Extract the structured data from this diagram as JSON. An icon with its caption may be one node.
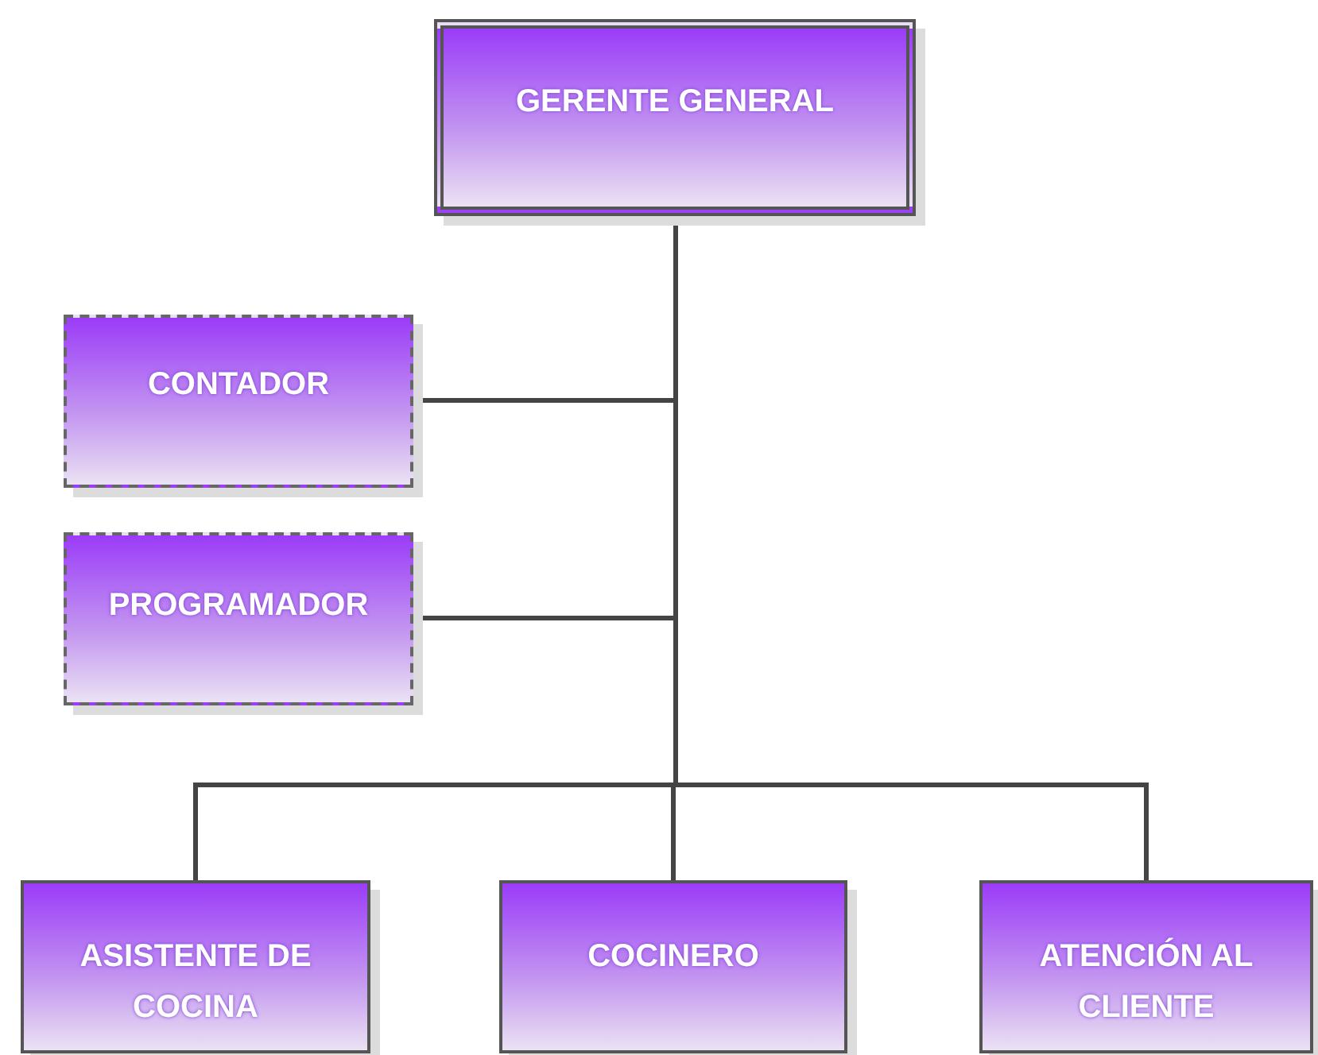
{
  "diagram": {
    "nodes": [
      {
        "text": [
          "GERENTE GENERAL"
        ]
      },
      {
        "text": [
          "CONTADOR"
        ]
      },
      {
        "text": [
          "PROGRAMADOR"
        ]
      },
      {
        "text": [
          "ASISTENTE DE COCINA"
        ]
      },
      {
        "text": [
          "COCINERO"
        ]
      },
      {
        "text": [
          "ATENCIÓN AL CLIENTE"
        ]
      }
    ],
    "edges": [
      {
        "from": 0,
        "to": 1,
        "arrow": "none"
      },
      {
        "from": 0,
        "to": 2,
        "arrow": "none"
      },
      {
        "from": 0,
        "to": 3,
        "arrow": "none"
      },
      {
        "from": 0,
        "to": 4,
        "arrow": "none"
      },
      {
        "from": 0,
        "to": 5,
        "arrow": "none"
      }
    ]
  }
}
